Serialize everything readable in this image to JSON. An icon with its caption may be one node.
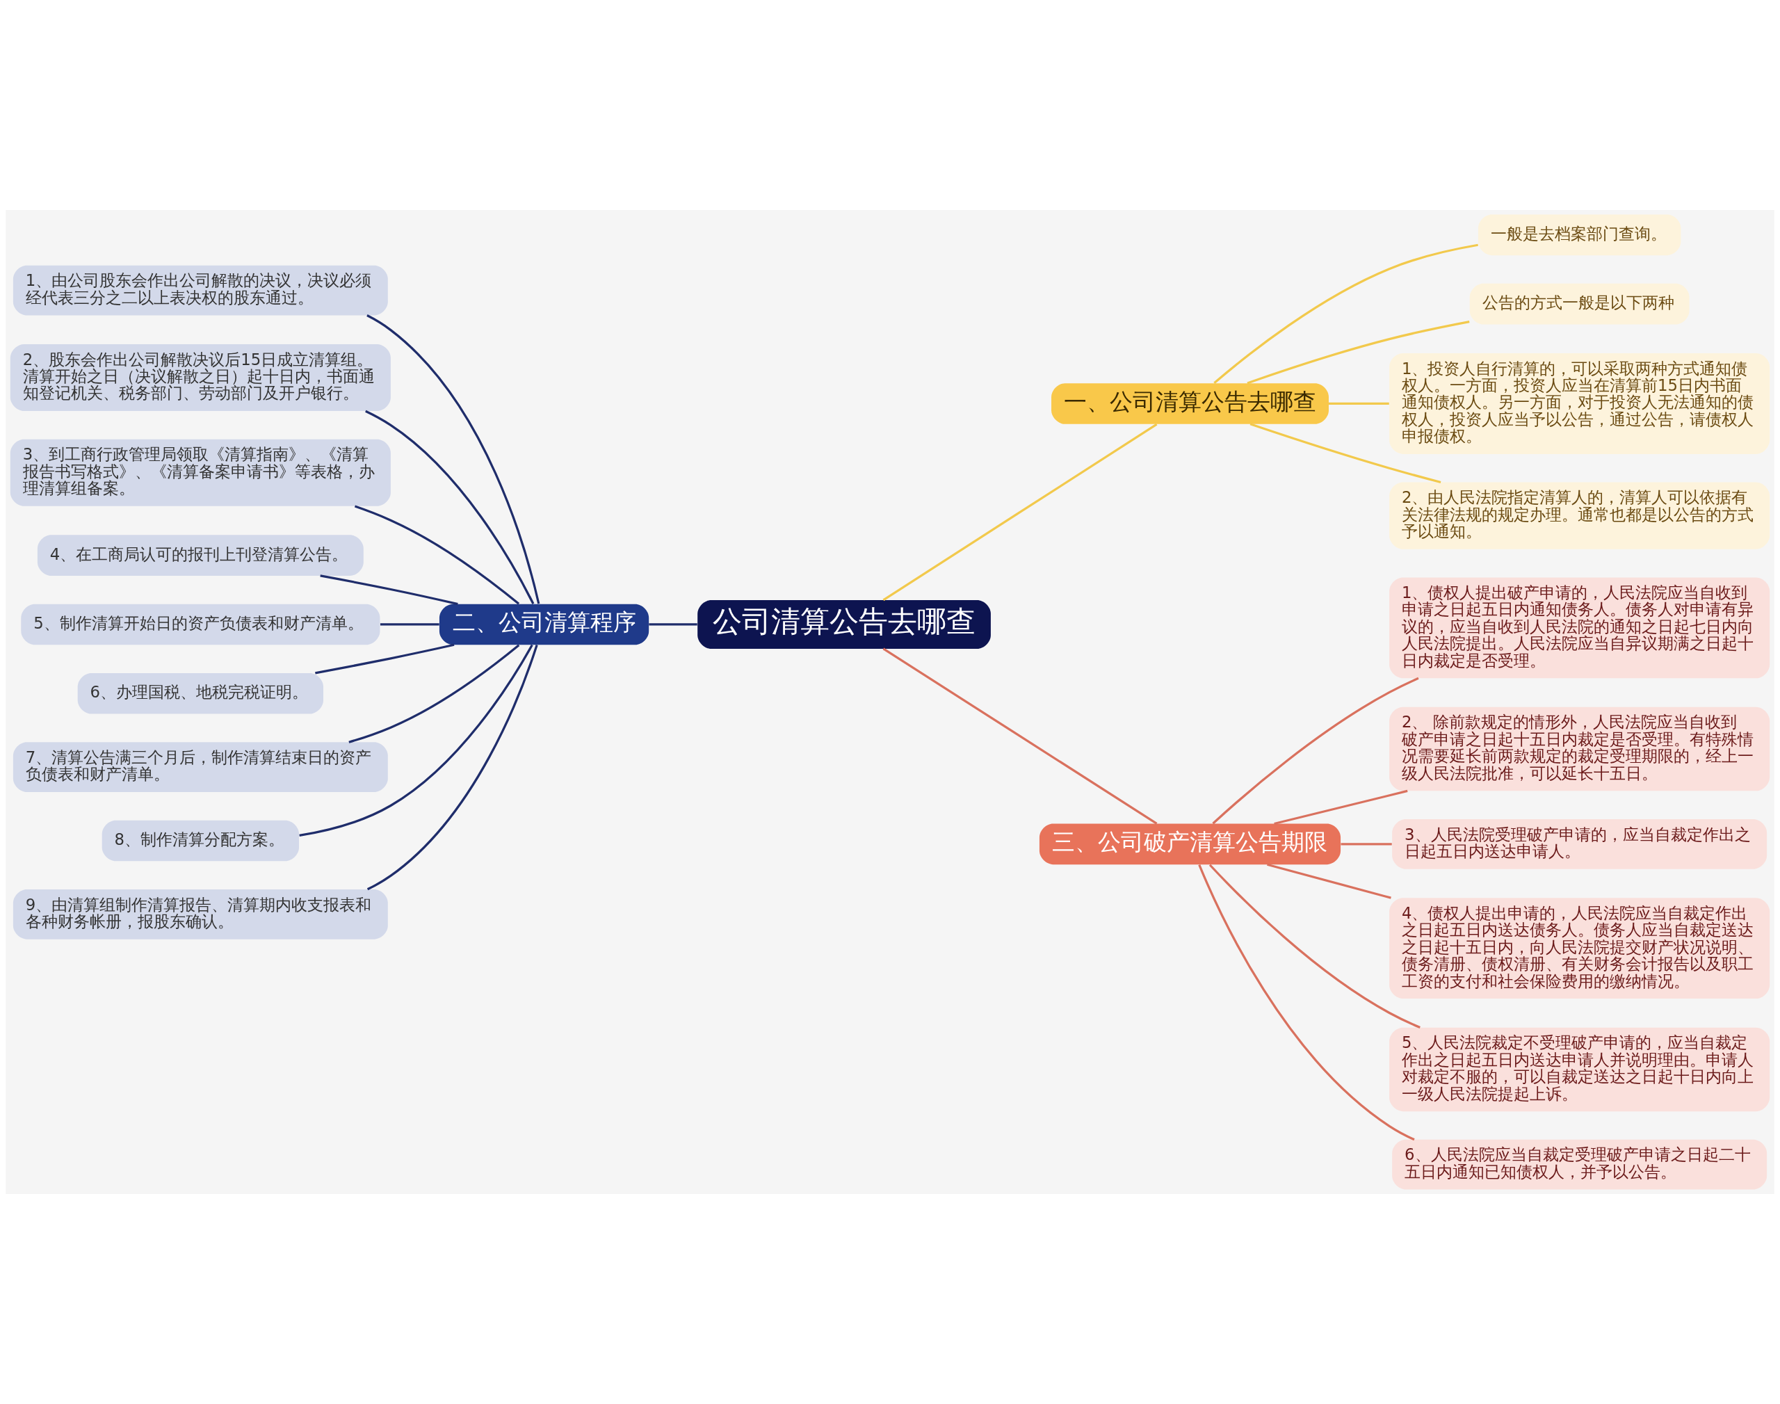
{
  "diagram": {
    "nodes": [
      {
        "text": [
          "公司清算公告去哪查"
        ]
      },
      {
        "text": [
          "一、公司清算公告去哪查"
        ]
      },
      {
        "text": [
          "一般是去档案部门查询。"
        ]
      },
      {
        "text": [
          "公告的方式一般是以下两种"
        ]
      },
      {
        "text": [
          "1、投资人自行清算的，可以采取两种方式通知债权人。一方面，投资人应当在清算前15日内书面通知债权人。另一方面，对于投资人无法通知的债权人，投资人应当予以公告，通过公告，请债权人申报债权。"
        ]
      },
      {
        "text": [
          "2、由人民法院指定清算人的，清算人可以依据有关法律法规的规定办理。通常也都是以公告的方式予以通知。"
        ]
      },
      {
        "text": [
          "二、公司清算程序"
        ]
      },
      {
        "text": [
          "1、由公司股东会作出公司解散的决议，决议必须经代表三分之二以上表决权的股东通过。"
        ]
      },
      {
        "text": [
          "2、股东会作出公司解散决议后15日成立清算组。清算开始之日（决议解散之日）起十日内，书面通知登记机关、税务部门、劳动部门及开户银行。"
        ]
      },
      {
        "text": [
          "3、到工商行政管理局领取《清算指南》、《清算报告书写格式》、《清算备案申请书》等表格，办理清算组备案。"
        ]
      },
      {
        "text": [
          "4、在工商局认可的报刊上刊登清算公告。"
        ]
      },
      {
        "text": [
          "5、制作清算开始日的资产负债表和财产清单。"
        ]
      },
      {
        "text": [
          "6、办理国税、地税完税证明。"
        ]
      },
      {
        "text": [
          "7、清算公告满三个月后，制作清算结束日的资产负债表和财产清单。"
        ]
      },
      {
        "text": [
          "8、制作清算分配方案。"
        ]
      },
      {
        "text": [
          "9、由清算组制作清算报告、清算期内收支报表和各种财务帐册，报股东确认。"
        ]
      },
      {
        "text": [
          "三、公司破产清算公告期限"
        ]
      },
      {
        "text": [
          "1、债权人提出破产申请的，人民法院应当自收到申请之日起五日内通知债务人。债务人对申请有异议的，应当自收到人民法院的通知之日起七日内向人民法院提出。人民法院应当自异议期满之日起十日内裁定是否受理。"
        ]
      },
      {
        "text": [
          "2、 除前款规定的情形外，人民法院应当自收到破产申请之日起十五日内裁定是否受理。有特殊情况需要延长前两款规定的裁定受理期限的，经上一级人民法院批准，可以延长十五日。"
        ]
      },
      {
        "text": [
          "3、人民法院受理破产申请的，应当自裁定作出之日起五日内送达申请人。"
        ]
      },
      {
        "text": [
          "4、债权人提出申请的，人民法院应当自裁定作出之日起五日内送达债务人。债务人应当自裁定送达之日起十五日内，向人民法院提交财产状况说明、债务清册、债权清册、有关财务会计报告以及职工工资的支付和社会保险费用的缴纳情况。"
        ]
      },
      {
        "text": [
          "5、人民法院裁定不受理破产申请的，应当自裁定作出之日起五日内送达申请人并说明理由。申请人对裁定不服的，可以自裁定送达之日起十日内向上一级人民法院提起上诉。"
        ]
      },
      {
        "text": [
          "6、人民法院应当自裁定受理破产申请之日起二十五日内通知已知债权人，并予以公告。"
        ]
      }
    ],
    "edges": [
      {
        "from": 0,
        "to": 1,
        "arrow": "none",
        "color": "#f2c94c"
      },
      {
        "from": 1,
        "to": 2,
        "arrow": "none",
        "color": "#f2c94c"
      },
      {
        "from": 1,
        "to": 3,
        "arrow": "none",
        "color": "#f2c94c"
      },
      {
        "from": 1,
        "to": 4,
        "arrow": "none",
        "color": "#f2c94c"
      },
      {
        "from": 1,
        "to": 5,
        "arrow": "none",
        "color": "#f2c94c"
      },
      {
        "from": 0,
        "to": 6,
        "arrow": "none"
      },
      {
        "from": 6,
        "to": 7,
        "arrow": "none"
      },
      {
        "from": 6,
        "to": 8,
        "arrow": "none"
      },
      {
        "from": 6,
        "to": 9,
        "arrow": "none"
      },
      {
        "from": 6,
        "to": 10,
        "arrow": "none"
      },
      {
        "from": 6,
        "to": 11,
        "arrow": "none"
      },
      {
        "from": 6,
        "to": 12,
        "arrow": "none"
      },
      {
        "from": 6,
        "to": 13,
        "arrow": "none"
      },
      {
        "from": 6,
        "to": 14,
        "arrow": "none"
      },
      {
        "from": 6,
        "to": 15,
        "arrow": "none"
      },
      {
        "from": 0,
        "to": 16,
        "arrow": "none",
        "color": "#d9715e"
      },
      {
        "from": 16,
        "to": 17,
        "arrow": "none",
        "color": "#d9715e"
      },
      {
        "from": 16,
        "to": 18,
        "arrow": "none",
        "color": "#d9715e"
      },
      {
        "from": 16,
        "to": 19,
        "arrow": "none",
        "color": "#d9715e"
      },
      {
        "from": 16,
        "to": 20,
        "arrow": "none",
        "color": "#d9715e"
      },
      {
        "from": 16,
        "to": 21,
        "arrow": "none",
        "color": "#d9715e"
      },
      {
        "from": 16,
        "to": 22,
        "arrow": "none",
        "color": "#d9715e"
      }
    ]
  }
}
